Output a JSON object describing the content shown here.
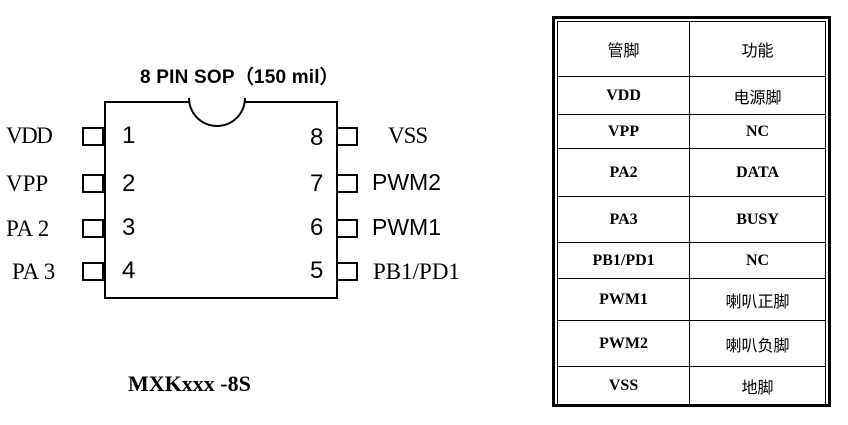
{
  "diagram": {
    "package_title": "8 PIN SOP（150 mil）",
    "chip_name": "MXKxxx -8S",
    "pins_left": [
      {
        "number": "1",
        "label": "VDD"
      },
      {
        "number": "2",
        "label": "VPP"
      },
      {
        "number": "3",
        "label": "PA 2"
      },
      {
        "number": "4",
        "label": "PA 3"
      }
    ],
    "pins_right": [
      {
        "number": "8",
        "label": "VSS"
      },
      {
        "number": "7",
        "label": "PWM2"
      },
      {
        "number": "6",
        "label": "PWM1"
      },
      {
        "number": "5",
        "label": "PB1/PD1"
      }
    ]
  },
  "pin_table": {
    "headers": [
      "管脚",
      "功能"
    ],
    "rows": [
      {
        "pin": "VDD",
        "function": "电源脚"
      },
      {
        "pin": "VPP",
        "function": "NC"
      },
      {
        "pin": "PA2",
        "function": "DATA"
      },
      {
        "pin": "PA3",
        "function": "BUSY"
      },
      {
        "pin": "PB1/PD1",
        "function": "NC"
      },
      {
        "pin": "PWM1",
        "function": "喇叭正脚"
      },
      {
        "pin": "PWM2",
        "function": "喇叭负脚"
      },
      {
        "pin": "VSS",
        "function": "地脚"
      }
    ]
  }
}
